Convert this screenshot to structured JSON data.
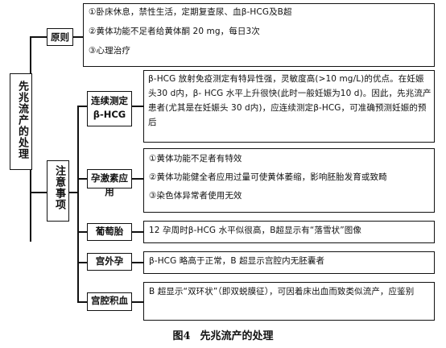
{
  "root": {
    "label": "先兆流产的处理"
  },
  "principle": {
    "label": "原则",
    "items": [
      "①卧床休息，禁性生活，定期复查尿、血β-HCG及B超",
      "②黄体功能不足者给黄体酮 20 mg，每日3次",
      "③心理治疗"
    ]
  },
  "notes": {
    "label": "注意事项",
    "branches": [
      {
        "label": "连续测定β-HCG",
        "text": "β-HCG 放射免疫测定有特异性强，灵敏度高(>10 mg/L)的优点。在妊娠头30 d内，β- HCG 水平上升很快(此时一般妊娠为10 d)。因此，先兆流产患者(尤其是在妊娠头 30 d内)，应连续测定β-HCG，可准确预测妊娠的预后"
      },
      {
        "label": "孕激素应用",
        "items": [
          "①黄体功能不足者有特效",
          "②黄体功能健全者应用过量可使黄体萎缩，影响胚胎发育或致畸",
          "③染色体异常者使用无效"
        ]
      },
      {
        "label": "葡萄胎",
        "text": "12 孕周时β-HCG 水平似很高，B超显示有“落雪状”图像"
      },
      {
        "label": "宫外孕",
        "text": "β-HCG 略高于正常，B 超显示宫腔内无胚囊者"
      },
      {
        "label": "宫腔积血",
        "text": "B 超显示“双环状”（即双蜕膜征），可因着床出血而致类似流产，应鉴别"
      }
    ]
  },
  "caption": {
    "fig": "图4",
    "title": "先兆流产的处理"
  }
}
